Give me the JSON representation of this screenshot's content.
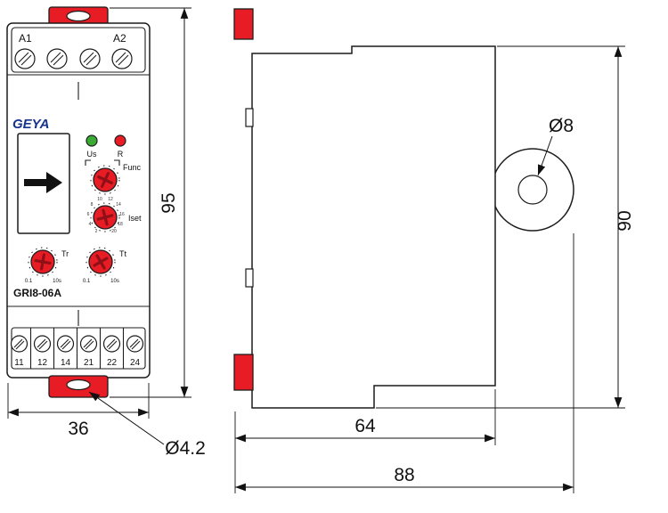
{
  "front_view": {
    "top_terminal_labels": [
      "A1",
      "A2"
    ],
    "brand": "GEYA",
    "led_us_label": "Us",
    "led_r_label": "R",
    "func_label": "Func",
    "iset_label": "Iset",
    "iset_scale": [
      "2",
      "4",
      "6",
      "8",
      "10",
      "12",
      "14",
      "16",
      "18",
      "20"
    ],
    "tr_label": "Tr",
    "tr_min": "0.1",
    "tr_max": "10s",
    "tt_label": "Tt",
    "tt_min": "0.1",
    "tt_max": "10s",
    "model": "GRI8-06A",
    "bottom_terminal_labels": [
      "11",
      "12",
      "14",
      "21",
      "22",
      "24"
    ]
  },
  "dimensions": {
    "front_height": "95",
    "front_width": "36",
    "tab_hole_diameter": "Ø4.2",
    "ear_hole_diameter": "Ø8",
    "side_height": "90",
    "side_depth_body": "64",
    "side_depth_total": "88"
  },
  "icons": {
    "window_arrow_icon": "→",
    "screw_slot_icon": "⧸",
    "knob_cross_icon": "+"
  },
  "colors": {
    "accent_red": "#e81c24",
    "led_green": "#3aaa35",
    "led_red": "#e81c24",
    "brand_blue": "#16338e",
    "outline": "#1c1c1c"
  }
}
